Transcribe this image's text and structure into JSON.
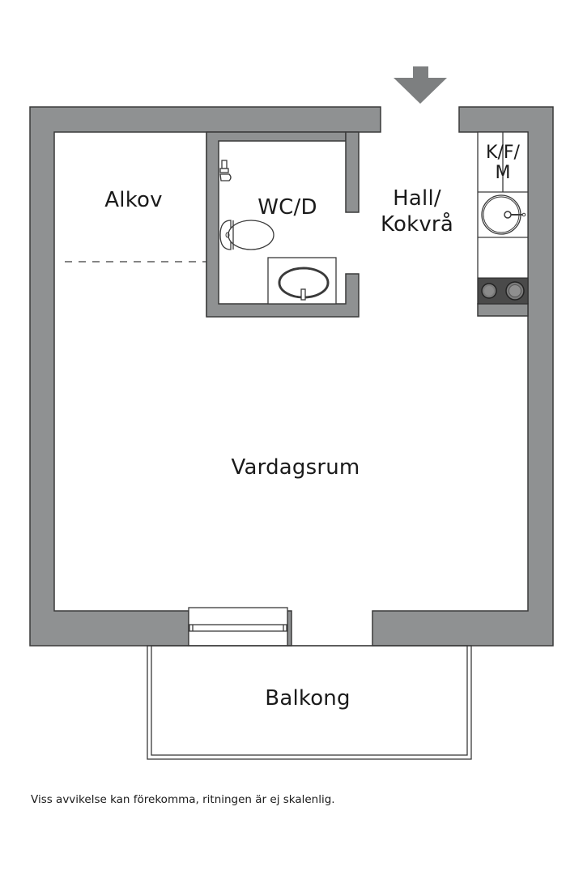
{
  "floorplan": {
    "rooms": {
      "alkov": "Alkov",
      "wc": "WC/D",
      "hall_line1": "Hall/",
      "hall_line2": "Kokvrå",
      "kfm_line1": "K/F/",
      "kfm_line2": "M",
      "living": "Vardagsrum",
      "balcony": "Balkong"
    },
    "entrance_marker": "entrance-arrow",
    "colors": {
      "wall": "#8f9192",
      "outline": "#3a3a3a",
      "stove": "#4a4a4a",
      "background": "#ffffff"
    }
  },
  "footer": {
    "disclaimer": "Viss avvikelse kan förekomma, ritningen är ej skalenlig."
  }
}
